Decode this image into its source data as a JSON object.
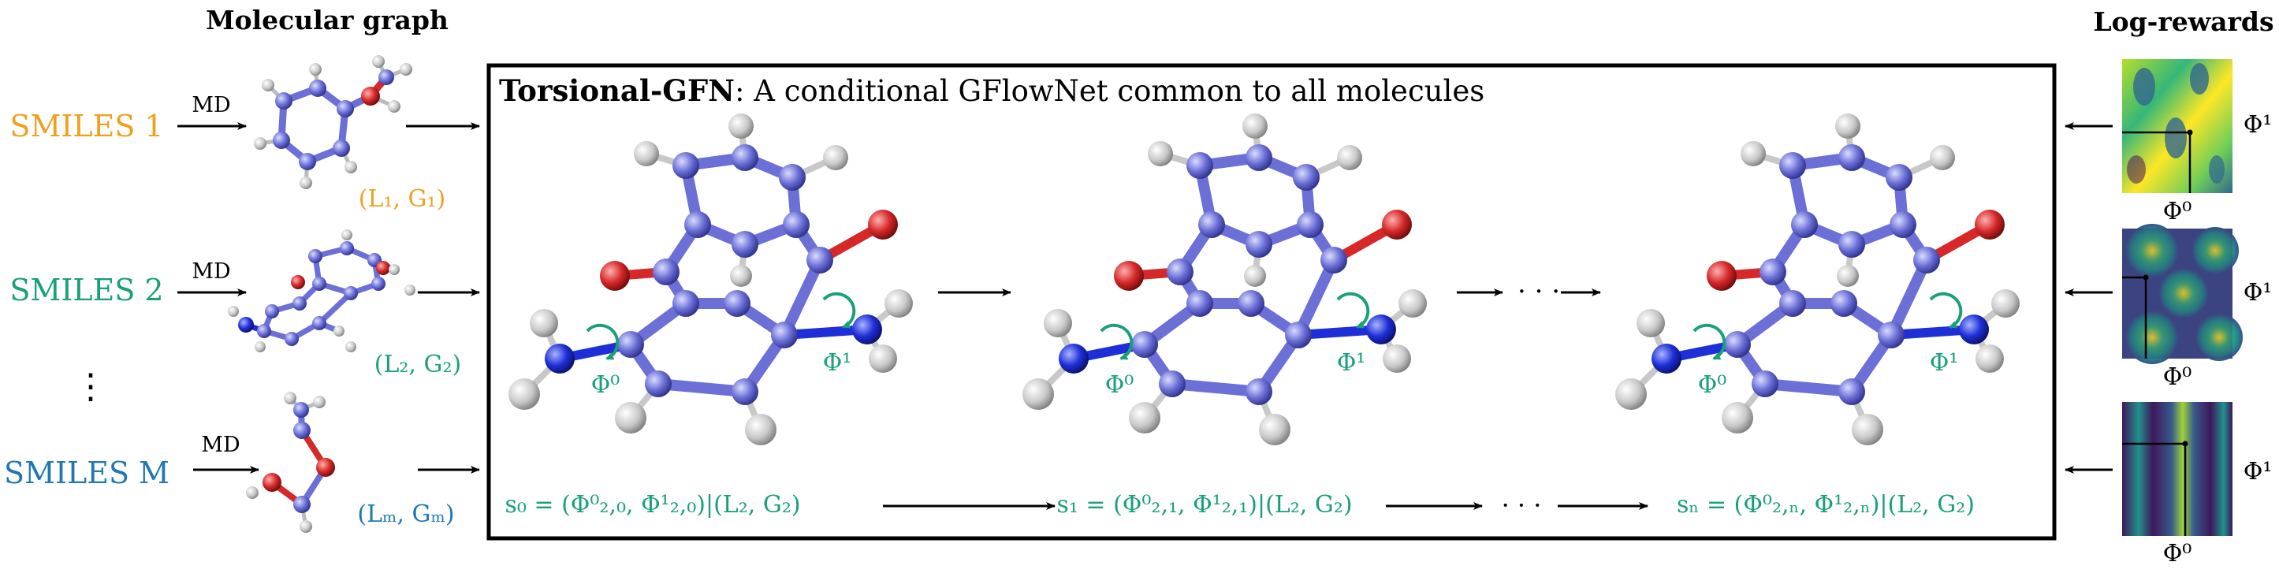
{
  "headings": {
    "molecular_graph": "Molecular graph",
    "log_rewards": "Log-rewards"
  },
  "smiles": [
    {
      "label": "SMILES 1",
      "md": "MD",
      "graph": "(L₁, G₁)",
      "color": "#f0a020"
    },
    {
      "label": "SMILES 2",
      "md": "MD",
      "graph": "(L₂, G₂)",
      "color": "#18a07a"
    },
    {
      "label": "SMILES M",
      "md": "MD",
      "graph": "(Lₘ, Gₘ)",
      "color": "#1f78b4"
    }
  ],
  "vdots": "⋮",
  "box": {
    "title_bold": "Torsional-GFN",
    "title_rest": ": A conditional GFlowNet common to all molecules"
  },
  "torsions": {
    "phi0": "Φ⁰",
    "phi1": "Φ¹"
  },
  "dots": "· · ·",
  "states": {
    "s0": "s₀ = (Φ⁰₂,₀, Φ¹₂,₀)|(L₂, G₂)",
    "s1": "s₁ = (Φ⁰₂,₁, Φ¹₂,₁)|(L₂, G₂)",
    "sn": "sₙ = (Φ⁰₂,ₙ, Φ¹₂,ₙ)|(L₂, G₂)"
  },
  "heatmap_axes": {
    "x": "Φ⁰",
    "y": "Φ¹"
  },
  "colors": {
    "atom_carbon": "#6b6fd6",
    "atom_nitrogen": "#1f2fd8",
    "atom_oxygen": "#d62828",
    "atom_hydrogen": "#c8c8c8",
    "green": "#18a07a"
  }
}
